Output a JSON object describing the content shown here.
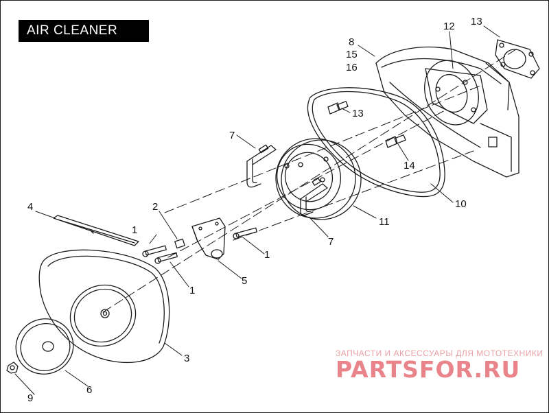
{
  "title": "AIR CLEANER",
  "callouts": [
    {
      "id": "c1a",
      "text": "1"
    },
    {
      "id": "c1b",
      "text": "1"
    },
    {
      "id": "c1c",
      "text": "1"
    },
    {
      "id": "c2",
      "text": "2"
    },
    {
      "id": "c3",
      "text": "3"
    },
    {
      "id": "c4",
      "text": "4"
    },
    {
      "id": "c5",
      "text": "5"
    },
    {
      "id": "c6",
      "text": "6"
    },
    {
      "id": "c7a",
      "text": "7"
    },
    {
      "id": "c7b",
      "text": "7"
    },
    {
      "id": "c8",
      "text": "8"
    },
    {
      "id": "c9",
      "text": "9"
    },
    {
      "id": "c10",
      "text": "10"
    },
    {
      "id": "c11",
      "text": "11"
    },
    {
      "id": "c12",
      "text": "12"
    },
    {
      "id": "c13a",
      "text": "13"
    },
    {
      "id": "c13b",
      "text": "13"
    },
    {
      "id": "c14",
      "text": "14"
    },
    {
      "id": "c15",
      "text": "15"
    },
    {
      "id": "c16",
      "text": "16"
    }
  ],
  "watermark": {
    "tagline": "ЗАПЧАСТИ И АКСЕССУАРЫ ДЛЯ МОТОТЕХНИКИ",
    "brand": "PARTSFOR.RU",
    "color": "#e8848a"
  }
}
